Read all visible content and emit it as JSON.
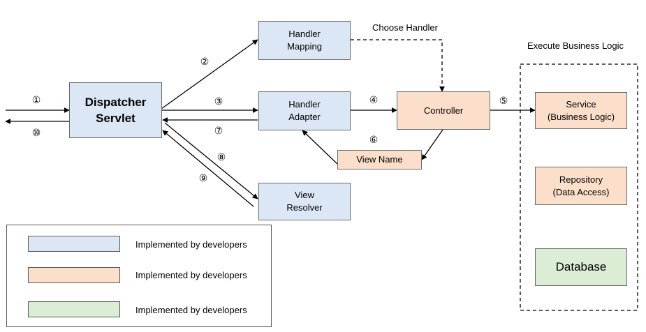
{
  "nodes": {
    "dispatcher_servlet": "Dispatcher\nServlet",
    "handler_mapping": "Handler\nMapping",
    "handler_adapter": "Handler\nAdapter",
    "controller": "Controller",
    "view_name": "View Name",
    "view_resolver": "View\nResolver",
    "service": "Service\n(Business Logic)",
    "repository": "Repository\n(Data Access)",
    "database": "Database"
  },
  "labels": {
    "choose_handler": "Choose Handler",
    "execute_business_logic": "Execute Business Logic"
  },
  "steps": [
    "①",
    "②",
    "③",
    "④",
    "⑤",
    "⑥",
    "⑦",
    "⑧",
    "⑨",
    "⑩"
  ],
  "legend": [
    {
      "label": "Implemented by developers",
      "color": "#dbe7f4"
    },
    {
      "label": "Implemented by developers",
      "color": "#fbdfcb"
    },
    {
      "label": "Implemented by developers",
      "color": "#dcedd6"
    }
  ],
  "colors": {
    "framework_blue": "#dbe7f4",
    "developer_orange": "#fbdfcb",
    "storage_green": "#dcedd6",
    "border": "#6b6b6b",
    "line": "#000000"
  }
}
